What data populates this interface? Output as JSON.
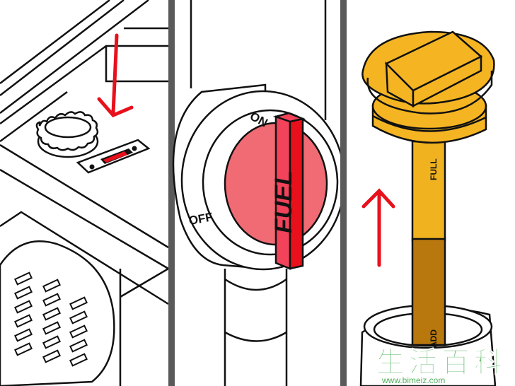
{
  "panels": [
    {
      "id": "generator"
    },
    {
      "id": "fuel-valve",
      "labels": {
        "on": "ON",
        "off": "OFF",
        "lever": "FUEL"
      }
    },
    {
      "id": "dipstick",
      "labels": {
        "full": "FULL",
        "add": "ADD"
      }
    }
  ],
  "watermark": {
    "chars": [
      "生",
      "活",
      "百",
      "科"
    ],
    "url": "www.bimeiz.com"
  },
  "colors": {
    "red": "#e8101b",
    "valve_red": "#f06b74",
    "lever_red": "#f2435a",
    "cap_yellow": "#f5b523",
    "stick_yellow": "#f0b21f",
    "stick_brown": "#b8780e",
    "divider": "#5a5a5a",
    "watermark_green": "#3ea84a"
  }
}
